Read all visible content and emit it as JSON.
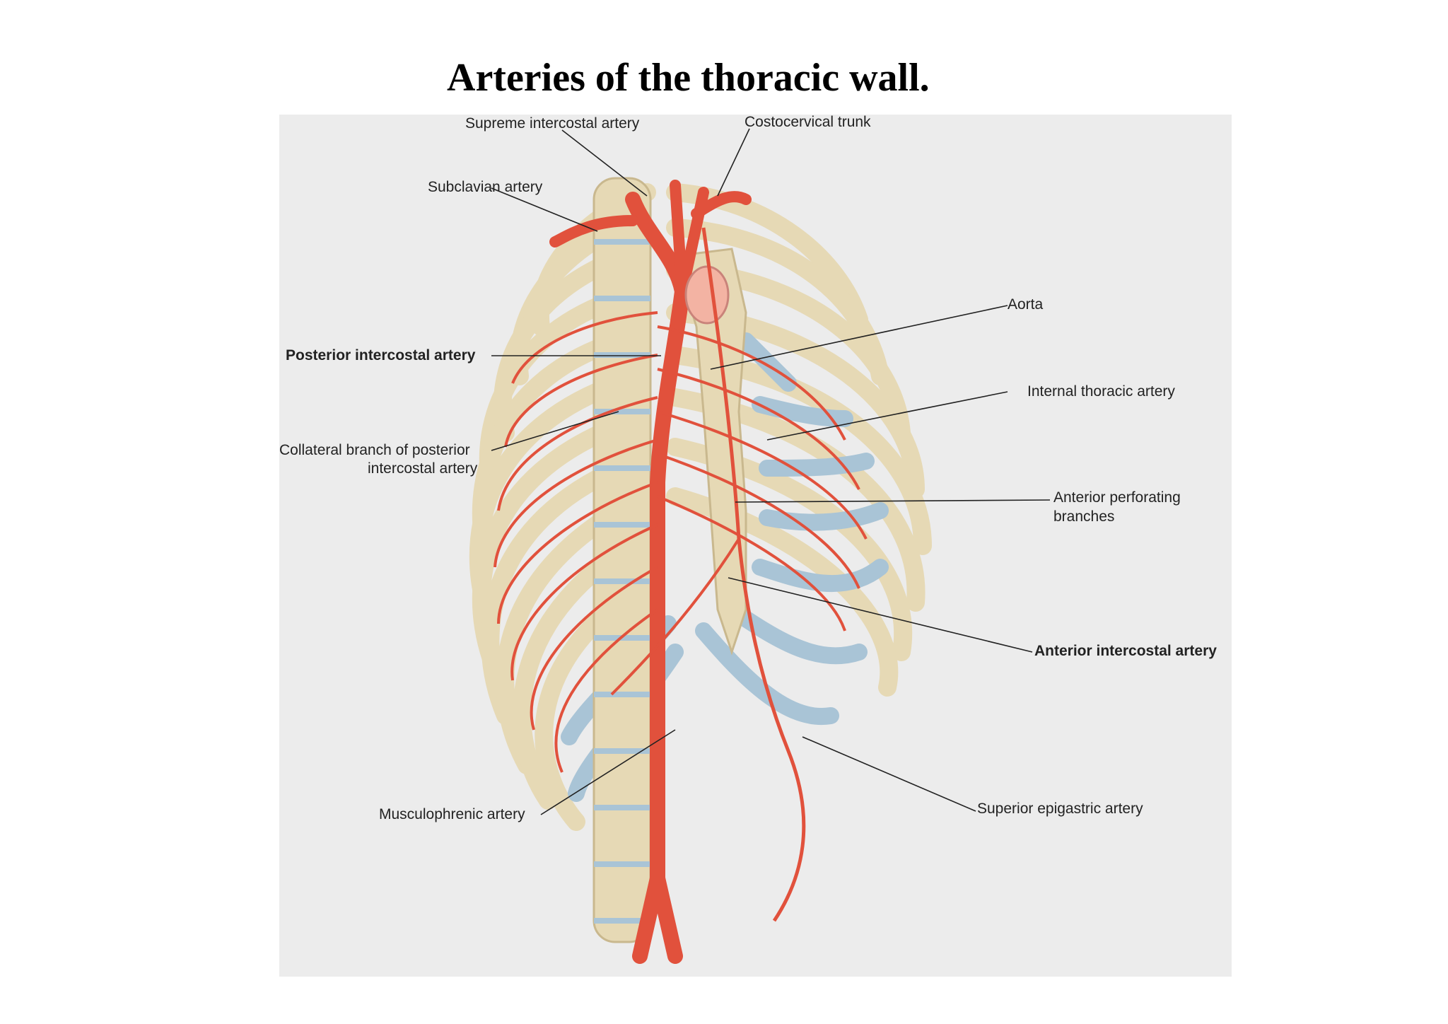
{
  "title": "Arteries of the thoracic wall.",
  "labels": {
    "supreme_intercostal_artery": "Supreme intercostal artery",
    "costocervical_trunk": "Costocervical trunk",
    "subclavian_artery": "Subclavian artery",
    "aorta": "Aorta",
    "posterior_intercostal_artery": "Posterior intercostal artery",
    "internal_thoracic_artery": "Internal thoracic artery",
    "collateral_branch_line1": "Collateral branch of posterior",
    "collateral_branch_line2": "intercostal artery",
    "anterior_perforating_line1": "Anterior perforating",
    "anterior_perforating_line2": "branches",
    "anterior_intercostal_artery": "Anterior intercostal artery",
    "musculophrenic_artery": "Musculophrenic artery",
    "superior_epigastric_artery": "Superior epigastric artery"
  },
  "colors": {
    "background": "#ececec",
    "bone": "#e6d9b5",
    "bone_shadow": "#c9b88e",
    "artery": "#e1513c",
    "cartilage": "#a9c4d6",
    "leader_line": "#222222"
  }
}
